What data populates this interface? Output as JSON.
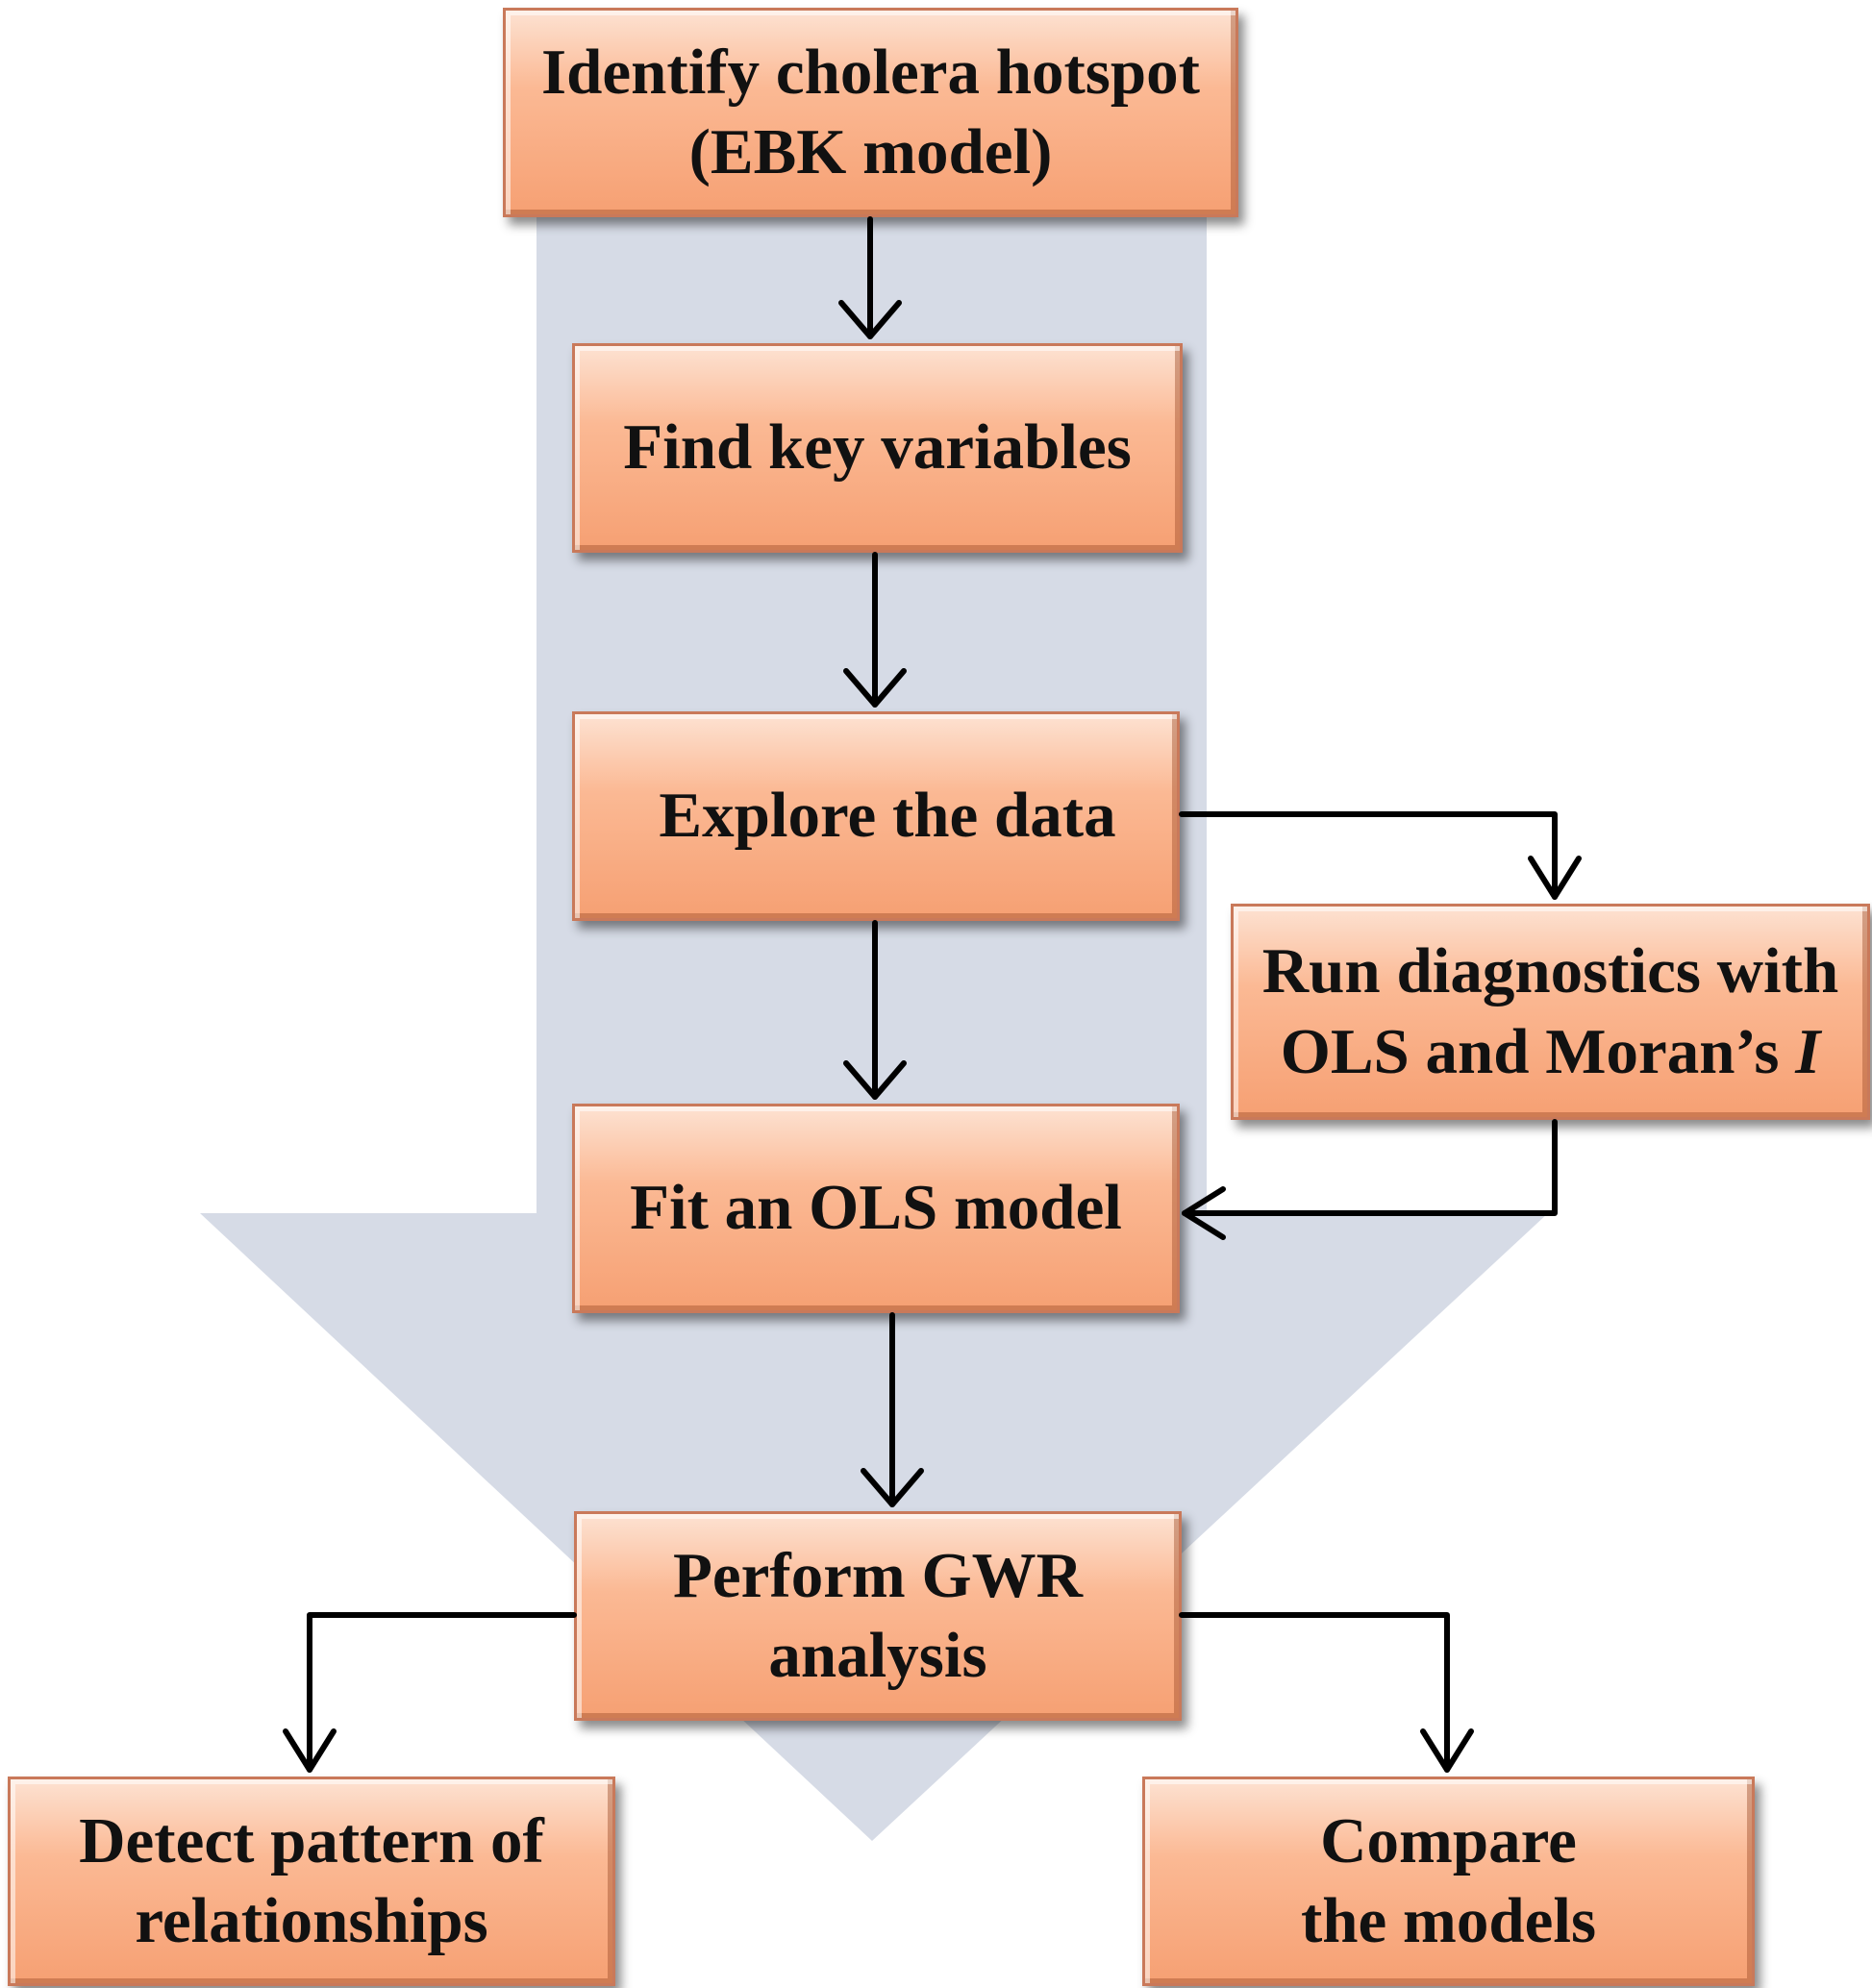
{
  "nodes": {
    "identify": {
      "line1": "Identify cholera hotspot",
      "line2": "(EBK model)"
    },
    "find": {
      "line1": "Find key variables"
    },
    "explore": {
      "line1": "Explore the data"
    },
    "diagnostics": {
      "line1": "Run diagnostics with",
      "line2_text": "OLS and Moran’s ",
      "line2_italic": "I"
    },
    "fit": {
      "line1": "Fit an OLS model"
    },
    "gwr": {
      "line1": "Perform GWR",
      "line2": "analysis"
    },
    "detect": {
      "line1": "Detect pattern of",
      "line2": "relationships"
    },
    "compare": {
      "line1": "Compare",
      "line2": "the models"
    }
  },
  "colors": {
    "box_fill": "#fbb994",
    "box_border": "#c9795a",
    "background_arrow": "#d6dbe6",
    "connector": "#000000"
  }
}
